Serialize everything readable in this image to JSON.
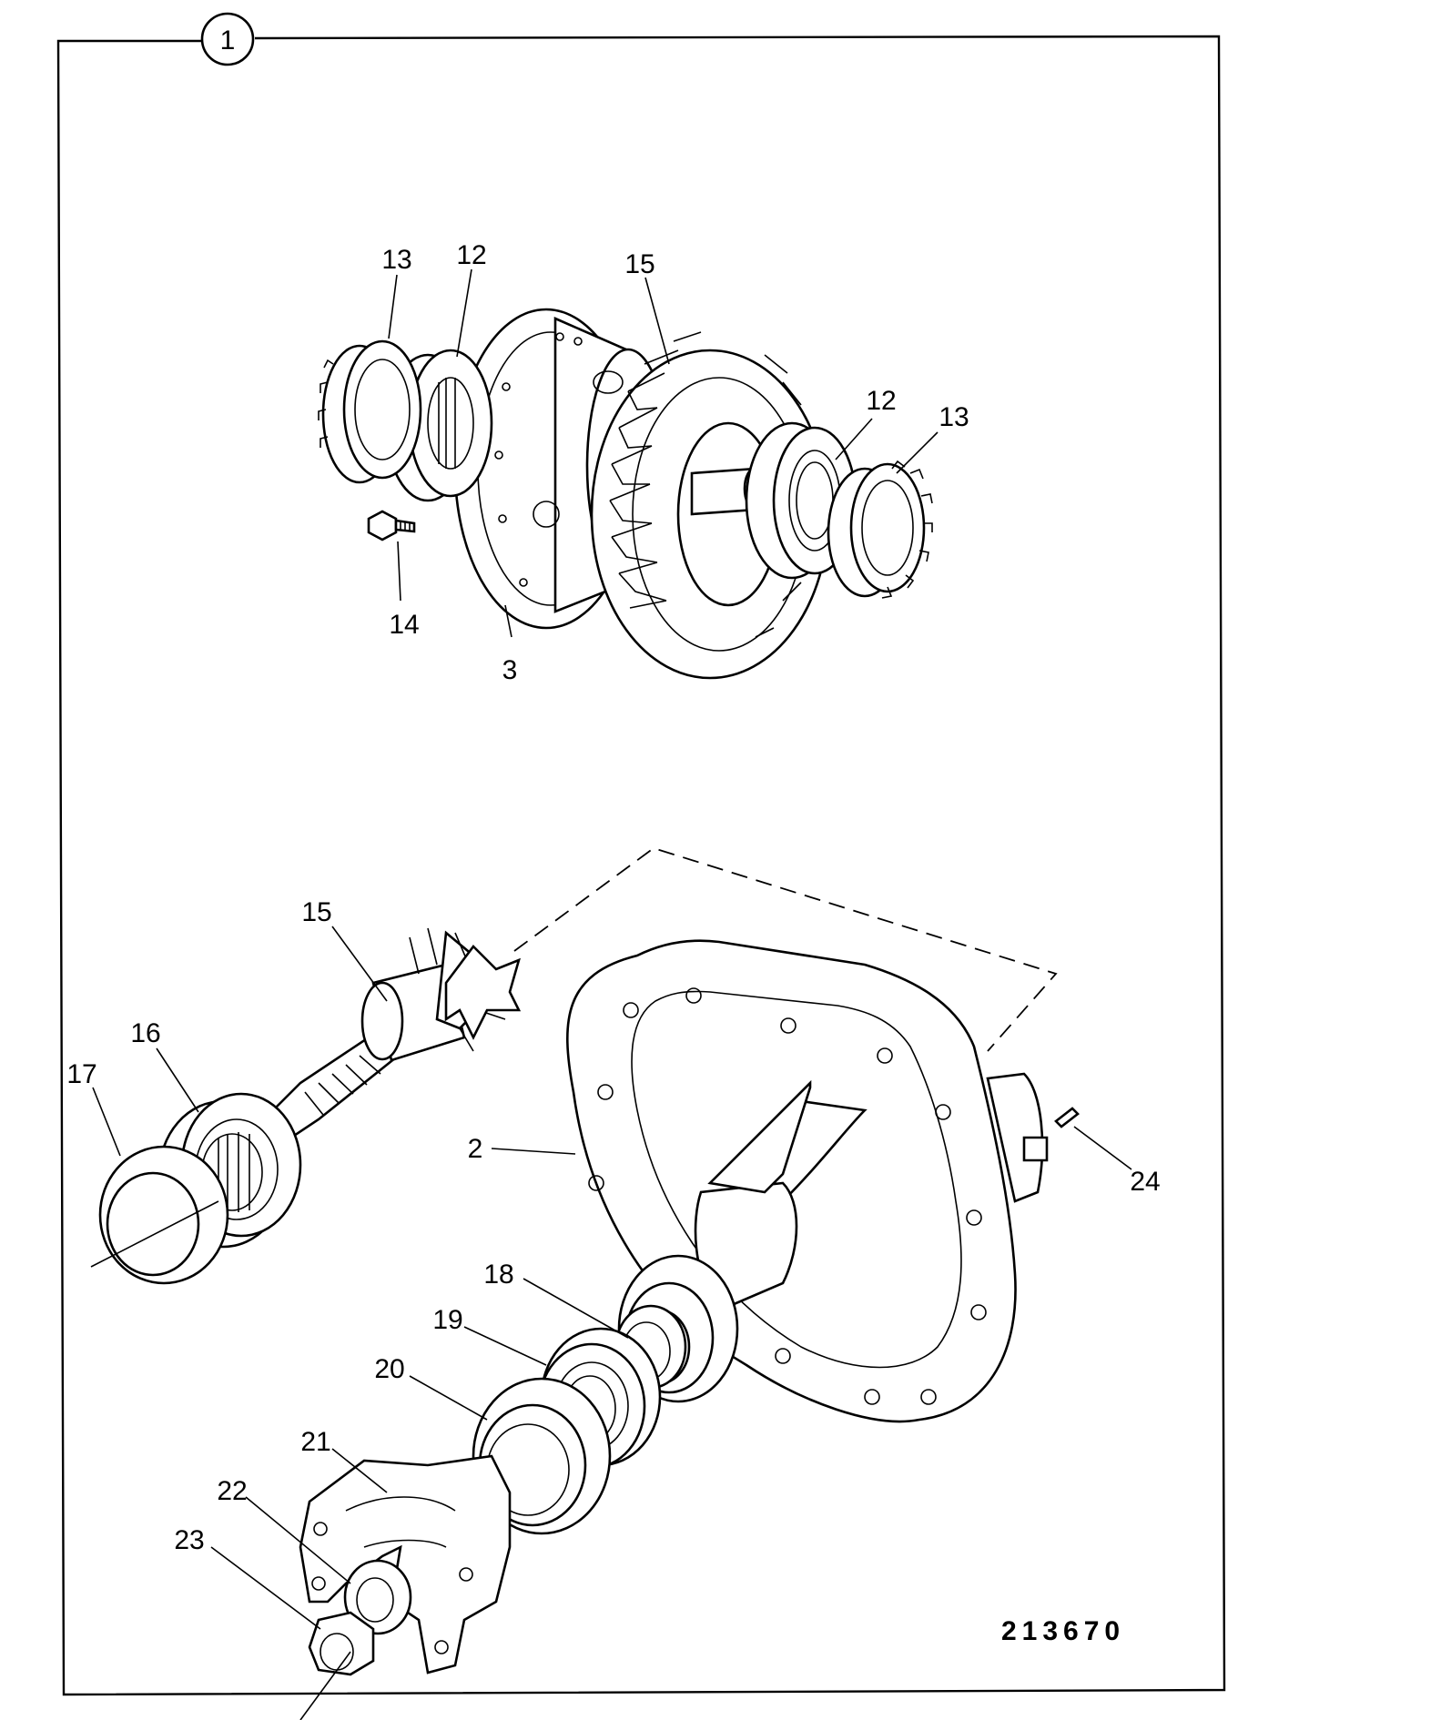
{
  "sheet": {
    "figure_number": "1",
    "drawing_number": "213670"
  },
  "callouts": [
    "13",
    "12",
    "15",
    "12",
    "13",
    "14",
    "3",
    "15",
    "16",
    "17",
    "2",
    "24",
    "18",
    "19",
    "20",
    "21",
    "22",
    "23"
  ]
}
